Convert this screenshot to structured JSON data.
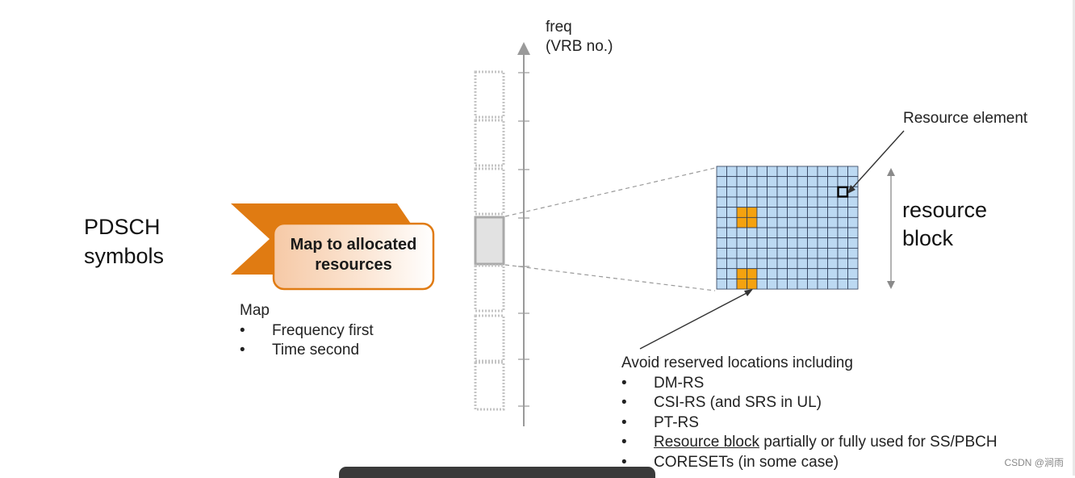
{
  "axis": {
    "label_line1": "freq",
    "label_line2": "(VRB no.)"
  },
  "pdsch": {
    "line1": "PDSCH",
    "line2": "symbols"
  },
  "map_box": {
    "line1": "Map to allocated",
    "line2": "resources",
    "arrow_color": "#e07b12",
    "box_border": "#e07b12"
  },
  "map_order": {
    "title": "Map",
    "items": [
      "Frequency first",
      "Time second"
    ]
  },
  "resource_block": {
    "label_line1": "resource",
    "label_line2": "block",
    "grid_rows": 12,
    "grid_cols": 14,
    "cell_color": "#bcd9f2",
    "reserved_color": "#f5a20f",
    "reserved_cells": [
      [
        4,
        2
      ],
      [
        4,
        3
      ],
      [
        5,
        2
      ],
      [
        5,
        3
      ],
      [
        10,
        2
      ],
      [
        10,
        3
      ],
      [
        11,
        2
      ],
      [
        11,
        3
      ]
    ],
    "resource_element_cell": [
      2,
      12
    ]
  },
  "resource_element": {
    "label": "Resource element"
  },
  "avoid": {
    "title": "Avoid reserved locations including",
    "items": [
      {
        "text": "DM-RS"
      },
      {
        "text": "CSI-RS (and SRS in UL)"
      },
      {
        "text": "PT-RS"
      },
      {
        "underlined": "Resource block",
        "rest": " partially or fully used for SS/PBCH"
      },
      {
        "text": "CORESETs (in some case)"
      }
    ]
  },
  "watermark": "CSDN @涧雨"
}
